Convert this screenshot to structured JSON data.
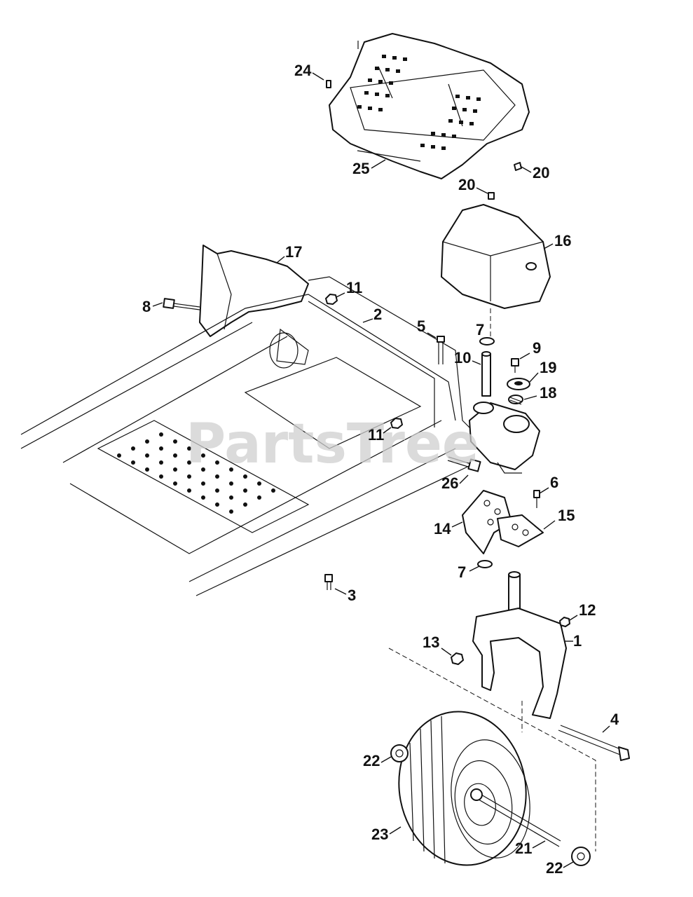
{
  "watermark": "PartsTree",
  "callouts": [
    {
      "id": "1",
      "label": "1"
    },
    {
      "id": "2",
      "label": "2"
    },
    {
      "id": "3",
      "label": "3"
    },
    {
      "id": "4",
      "label": "4"
    },
    {
      "id": "5",
      "label": "5"
    },
    {
      "id": "6",
      "label": "6"
    },
    {
      "id": "7a",
      "label": "7"
    },
    {
      "id": "7b",
      "label": "7"
    },
    {
      "id": "8",
      "label": "8"
    },
    {
      "id": "9",
      "label": "9"
    },
    {
      "id": "10",
      "label": "10"
    },
    {
      "id": "11a",
      "label": "11"
    },
    {
      "id": "11b",
      "label": "11"
    },
    {
      "id": "12",
      "label": "12"
    },
    {
      "id": "13",
      "label": "13"
    },
    {
      "id": "14",
      "label": "14"
    },
    {
      "id": "15",
      "label": "15"
    },
    {
      "id": "16",
      "label": "16"
    },
    {
      "id": "17",
      "label": "17"
    },
    {
      "id": "18",
      "label": "18"
    },
    {
      "id": "19",
      "label": "19"
    },
    {
      "id": "20a",
      "label": "20"
    },
    {
      "id": "20b",
      "label": "20"
    },
    {
      "id": "21",
      "label": "21"
    },
    {
      "id": "22a",
      "label": "22"
    },
    {
      "id": "22b",
      "label": "22"
    },
    {
      "id": "23",
      "label": "23"
    },
    {
      "id": "24",
      "label": "24"
    },
    {
      "id": "25",
      "label": "25"
    },
    {
      "id": "26",
      "label": "26"
    }
  ]
}
